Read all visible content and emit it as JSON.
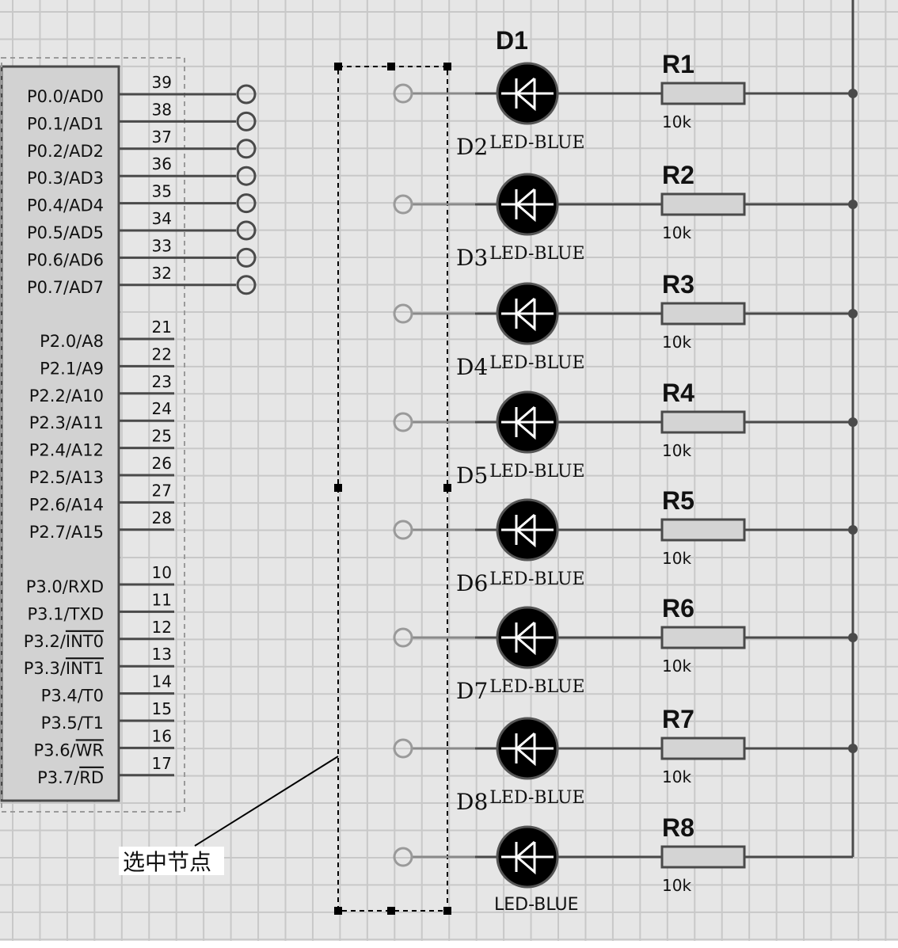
{
  "chip": {
    "port0": [
      {
        "label": "P0.0/AD0",
        "pin": "39"
      },
      {
        "label": "P0.1/AD1",
        "pin": "38"
      },
      {
        "label": "P0.2/AD2",
        "pin": "37"
      },
      {
        "label": "P0.3/AD3",
        "pin": "36"
      },
      {
        "label": "P0.4/AD4",
        "pin": "35"
      },
      {
        "label": "P0.5/AD5",
        "pin": "34"
      },
      {
        "label": "P0.6/AD6",
        "pin": "33"
      },
      {
        "label": "P0.7/AD7",
        "pin": "32"
      }
    ],
    "port2": [
      {
        "label": "P2.0/A8",
        "pin": "21"
      },
      {
        "label": "P2.1/A9",
        "pin": "22"
      },
      {
        "label": "P2.2/A10",
        "pin": "23"
      },
      {
        "label": "P2.3/A11",
        "pin": "24"
      },
      {
        "label": "P2.4/A12",
        "pin": "25"
      },
      {
        "label": "P2.5/A13",
        "pin": "26"
      },
      {
        "label": "P2.6/A14",
        "pin": "27"
      },
      {
        "label": "P2.7/A15",
        "pin": "28"
      }
    ],
    "port3": [
      {
        "label": "P3.0/RXD",
        "pin": "10",
        "prefix": "P3.0/",
        "over": ""
      },
      {
        "label": "P3.1/TXD",
        "pin": "11",
        "prefix": "P3.1/",
        "over": ""
      },
      {
        "label": "P3.2/INT0",
        "pin": "12",
        "prefix": "P3.2/",
        "over": "INT0"
      },
      {
        "label": "P3.3/INT1",
        "pin": "13",
        "prefix": "P3.3/",
        "over": "INT1"
      },
      {
        "label": "P3.4/T0",
        "pin": "14",
        "prefix": "P3.4/",
        "over": ""
      },
      {
        "label": "P3.5/T1",
        "pin": "15",
        "prefix": "P3.5/",
        "over": ""
      },
      {
        "label": "P3.6/WR",
        "pin": "16",
        "prefix": "P3.6/",
        "over": "WR"
      },
      {
        "label": "P3.7/RD",
        "pin": "17",
        "prefix": "P3.7/",
        "over": "RD"
      }
    ]
  },
  "leds": [
    {
      "ref": "D1",
      "type": "LED-BLUE",
      "caption_ref": "D2"
    },
    {
      "ref": "D2",
      "type": "LED-BLUE",
      "caption_ref": "D3"
    },
    {
      "ref": "D3",
      "type": "LED-BLUE",
      "caption_ref": "D4"
    },
    {
      "ref": "D4",
      "type": "LED-BLUE",
      "caption_ref": "D5"
    },
    {
      "ref": "D5",
      "type": "LED-BLUE",
      "caption_ref": "D6"
    },
    {
      "ref": "D6",
      "type": "LED-BLUE",
      "caption_ref": "D7"
    },
    {
      "ref": "D7",
      "type": "LED-BLUE",
      "caption_ref": "D8"
    },
    {
      "ref": "D8",
      "type": "LED-BLUE",
      "caption_ref": ""
    }
  ],
  "top_led_ref": "D1",
  "bottom_led_type": "LED-BLUE",
  "resistors": [
    {
      "ref": "R1",
      "value": "10k"
    },
    {
      "ref": "R2",
      "value": "10k"
    },
    {
      "ref": "R3",
      "value": "10k"
    },
    {
      "ref": "R4",
      "value": "10k"
    },
    {
      "ref": "R5",
      "value": "10k"
    },
    {
      "ref": "R6",
      "value": "10k"
    },
    {
      "ref": "R7",
      "value": "10k"
    },
    {
      "ref": "R8",
      "value": "10k"
    }
  ],
  "callout": {
    "text": "选中节点"
  },
  "colors": {
    "background": "#e6e6e6",
    "grid": "#c8c8c8",
    "wire": "#4a4a4a",
    "chip_fill": "#d2d2d2",
    "led_fill": "#000000",
    "resistor_fill": "#d4d4d4",
    "terminal_selected": "#9a9a9a"
  }
}
